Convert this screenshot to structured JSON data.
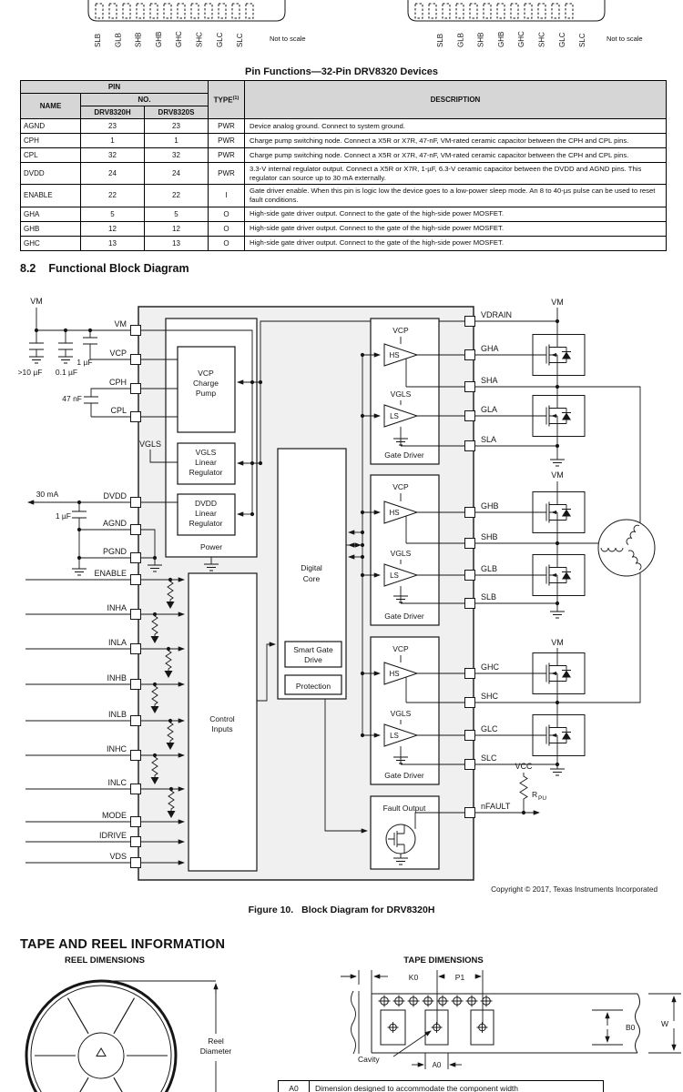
{
  "packages": {
    "pin_labels": [
      "SLB",
      "GLB",
      "SHB",
      "GHB",
      "GHC",
      "SHC",
      "GLC",
      "SLC"
    ],
    "not_to_scale": "Not to scale"
  },
  "pin_table": {
    "title": "Pin Functions—32-Pin DRV8320 Devices",
    "headers": {
      "pin": "PIN",
      "name": "NAME",
      "no": "NO.",
      "drv_h": "DRV8320H",
      "drv_s": "DRV8320S",
      "type": "TYPE",
      "type_sup": "(1)",
      "description": "DESCRIPTION"
    },
    "rows": [
      [
        "AGND",
        "23",
        "23",
        "PWR",
        "Device analog ground. Connect to system ground."
      ],
      [
        "CPH",
        "1",
        "1",
        "PWR",
        "Charge pump switching node. Connect a X5R or X7R, 47-nF, VM-rated ceramic capacitor between the CPH and CPL pins."
      ],
      [
        "CPL",
        "32",
        "32",
        "PWR",
        "Charge pump switching node. Connect a X5R or X7R, 47-nF, VM-rated ceramic capacitor between the CPH and CPL pins."
      ],
      [
        "DVDD",
        "24",
        "24",
        "PWR",
        "3.3-V internal regulator output. Connect a X5R or X7R, 1-µF, 6.3-V ceramic capacitor between the DVDD and AGND pins. This regulator can source up to 30 mA externally."
      ],
      [
        "ENABLE",
        "22",
        "22",
        "I",
        "Gate driver enable. When this pin is logic low the device goes to a low-power sleep mode. An 8 to 40-µs pulse can be used to reset fault conditions."
      ],
      [
        "GHA",
        "5",
        "5",
        "O",
        "High-side gate driver output. Connect to the gate of the high-side power MOSFET."
      ],
      [
        "GHB",
        "12",
        "12",
        "O",
        "High-side gate driver output. Connect to the gate of the high-side power MOSFET."
      ],
      [
        "GHC",
        "13",
        "13",
        "O",
        "High-side gate driver output. Connect to the gate of the high-side power MOSFET."
      ]
    ]
  },
  "section_heading": {
    "number": "8.2",
    "title": "Functional Block Diagram"
  },
  "block_diagram": {
    "left_pins": [
      "VM",
      "VCP",
      "CPH",
      "CPL",
      "DVDD",
      "AGND",
      "PGND",
      "ENABLE",
      "INHA",
      "INLA",
      "INHB",
      "INLB",
      "INHC",
      "INLC",
      "MODE",
      "IDRIVE",
      "VDS"
    ],
    "right_pins": [
      "VDRAIN",
      "GHA",
      "SHA",
      "GLA",
      "SLA",
      "GHB",
      "SHB",
      "GLB",
      "SLB",
      "GHC",
      "SHC",
      "GLC",
      "SLC",
      "nFAULT"
    ],
    "labels": {
      "vm": "VM",
      "cap_bulk": ">10 µF",
      "cap_01": "0.1 µF",
      "cap_1uf": "1 µF",
      "cap_47nf": "47 nF",
      "i_30ma": "30 mA",
      "cap_dvdd": "1 µF",
      "vgls": "VGLS",
      "vcc": "VCC",
      "rpu_r": "R",
      "rpu_sub": "PU",
      "vm_a": "VM",
      "vm_b": "VM",
      "vm_c": "VM"
    },
    "blocks": {
      "vcp_pump": [
        "VCP",
        "Charge",
        "Pump"
      ],
      "vgls_reg": [
        "VGLS",
        "Linear",
        "Regulator"
      ],
      "dvdd_reg": [
        "DVDD",
        "Linear",
        "Regulator"
      ],
      "power": "Power",
      "digital_core": [
        "Digital",
        "Core"
      ],
      "smart_gate": [
        "Smart Gate",
        "Drive"
      ],
      "protection": "Protection",
      "control_inputs": [
        "Control",
        "Inputs"
      ],
      "gate_driver": {
        "vcp": "VCP",
        "hs": "HS",
        "vgls": "VGLS",
        "ls": "LS",
        "title": "Gate Driver"
      },
      "fault_output": "Fault Output"
    },
    "copyright": "Copyright © 2017, Texas Instruments Incorporated",
    "figure": {
      "label": "Figure 10.",
      "title": "Block Diagram for DRV8320H"
    }
  },
  "tape_reel": {
    "heading": "TAPE AND REEL INFORMATION",
    "reel_title": "REEL DIMENSIONS",
    "tape_title": "TAPE DIMENSIONS",
    "reel_diameter": [
      "Reel",
      "Diameter"
    ],
    "dims": {
      "k0": "K0",
      "p1": "P1",
      "b0": "B0",
      "w": "W",
      "a0": "A0",
      "cavity": "Cavity"
    },
    "a0_row": {
      "key": "A0",
      "desc": "Dimension designed to accommodate the component width"
    }
  }
}
